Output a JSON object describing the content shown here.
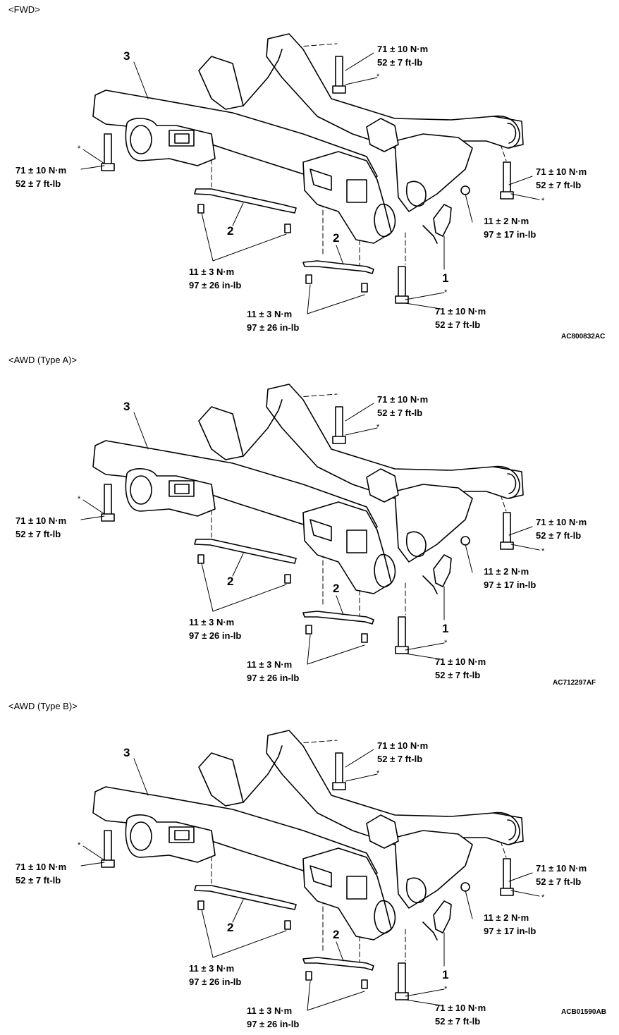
{
  "panels": [
    {
      "header": "<FWD>",
      "code": "AC800832AC",
      "torque_bolt_nm": "71 ± 10 N·m",
      "torque_bolt_ftlb": "52 ± 7 ft-lb",
      "torque_bracket_nm": "11 ± 2 N·m",
      "torque_bracket_inlb": "97 ± 17 in-lb",
      "torque_stay_nm": "11 ± 3 N·m",
      "torque_stay_inlb": "97 ± 26 in-lb",
      "callout_1": "1",
      "callout_2": "2",
      "callout_3": "3",
      "asterisk": "*"
    },
    {
      "header": "<AWD (Type A)>",
      "code": "AC712297AF",
      "torque_bolt_nm": "71 ± 10 N·m",
      "torque_bolt_ftlb": "52 ± 7 ft-lb",
      "torque_bracket_nm": "11 ± 2 N·m",
      "torque_bracket_inlb": "97 ± 17 in-lb",
      "torque_stay_nm": "11 ± 3 N·m",
      "torque_stay_inlb": "97 ± 26 in-lb",
      "callout_1": "1",
      "callout_2": "2",
      "callout_3": "3",
      "asterisk": "*"
    },
    {
      "header": "<AWD (Type B)>",
      "code": "ACB01590AB",
      "torque_bolt_nm": "71 ± 10 N·m",
      "torque_bolt_ftlb": "52 ± 7 ft-lb",
      "torque_bracket_nm": "11 ± 2 N·m",
      "torque_bracket_inlb": "97 ± 17 in-lb",
      "torque_stay_nm": "11 ± 3 N·m",
      "torque_stay_inlb": "97 ± 26 in-lb",
      "callout_1": "1",
      "callout_2": "2",
      "callout_3": "3",
      "asterisk": "*"
    }
  ]
}
